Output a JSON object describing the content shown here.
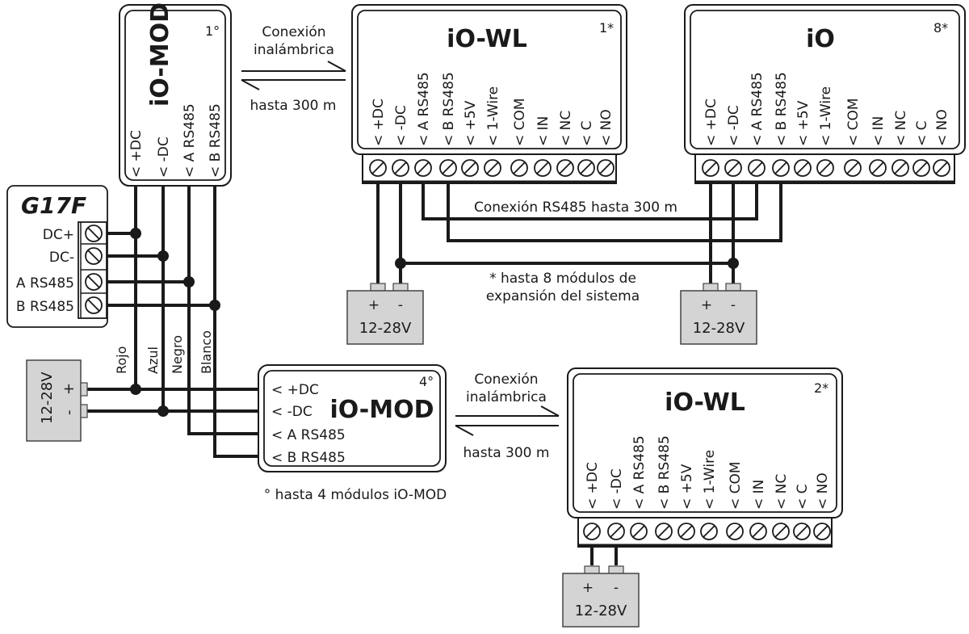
{
  "colors": {
    "line": "#1a1a1a",
    "psu_fill": "#d4d4d4",
    "psu_stroke": "#444444",
    "background": "#ffffff"
  },
  "pin_prefix": "<",
  "io_mod_1": {
    "title": "iO-MOD",
    "index": "1°",
    "pins": [
      "+DC",
      "-DC",
      "A RS485",
      "B RS485"
    ]
  },
  "io_mod_4": {
    "title": "iO-MOD",
    "index": "4°",
    "pins": [
      "+DC",
      "-DC",
      "A RS485",
      "B RS485"
    ]
  },
  "io_wl_1": {
    "title": "iO-WL",
    "index": "1*",
    "pins": [
      "+DC",
      "-DC",
      "A RS485",
      "B RS485",
      "+5V",
      "1-Wire",
      "COM",
      "IN",
      "NC",
      "C",
      "NO"
    ]
  },
  "io_8": {
    "title": "iO",
    "index": "8*",
    "pins": [
      "+DC",
      "-DC",
      "A RS485",
      "B RS485",
      "+5V",
      "1-Wire",
      "COM",
      "IN",
      "NC",
      "C",
      "NO"
    ]
  },
  "io_wl_2": {
    "title": "iO-WL",
    "index": "2*",
    "pins": [
      "+DC",
      "-DC",
      "A RS485",
      "B RS485",
      "+5V",
      "1-Wire",
      "COM",
      "IN",
      "NC",
      "C",
      "NO"
    ]
  },
  "g17f": {
    "title": "G17F",
    "terminals": [
      "DC+",
      "DC-",
      "A RS485",
      "B RS485"
    ]
  },
  "wire_colors": [
    "Rojo",
    "Azul",
    "Negro",
    "Blanco"
  ],
  "psu": {
    "voltage": "12-28V",
    "plus": "+",
    "minus": "-"
  },
  "wireless_top": {
    "line1": "Conexión",
    "line2": "inalámbrica",
    "range": "hasta 300 m"
  },
  "wireless_bottom": {
    "line1": "Conexión",
    "line2": "inalámbrica",
    "range": "hasta 300 m"
  },
  "rs485_note": "Conexión RS485 hasta 300 m",
  "expansion_note": {
    "line1": "* hasta 8 módulos de",
    "line2": "expansión del sistema"
  },
  "iomod_note": "° hasta 4 módulos iO-MOD"
}
